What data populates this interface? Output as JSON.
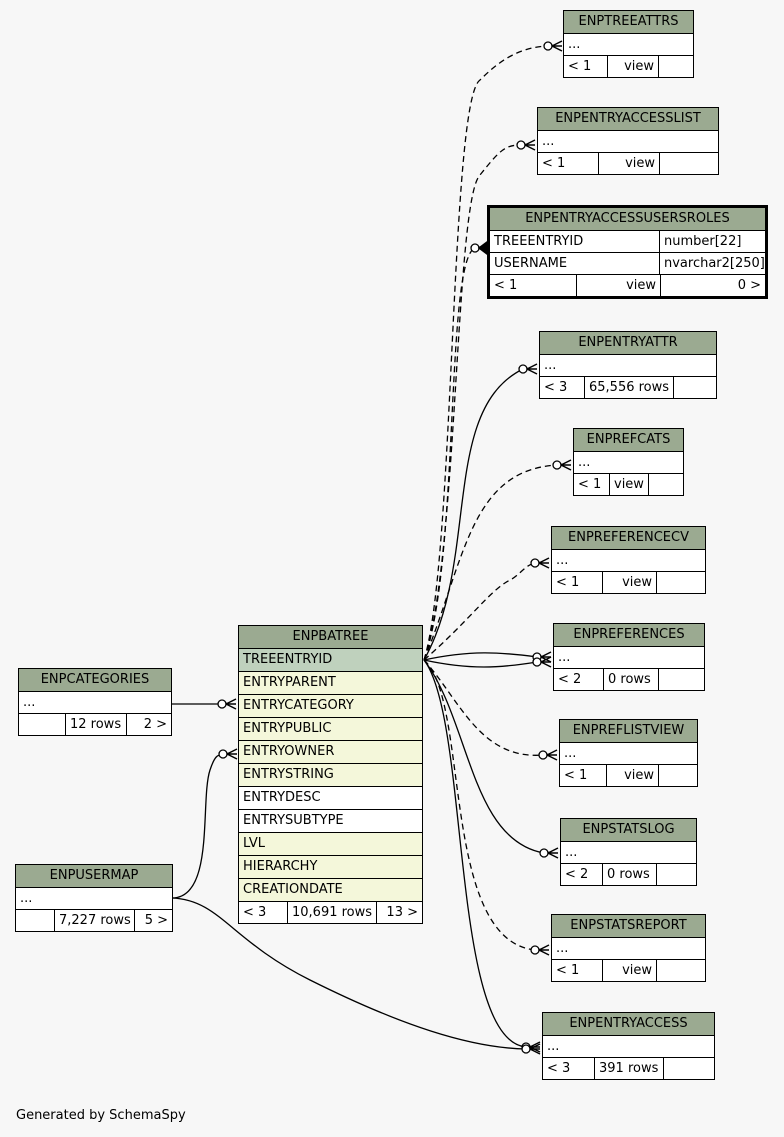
{
  "credit": "Generated by SchemaSpy",
  "tables": {
    "enptreeattrs": {
      "name": "ENPTREEATTRS",
      "cols": [
        "..."
      ],
      "foot": [
        "< 1",
        "view",
        ""
      ]
    },
    "enpentryaccesslist": {
      "name": "ENPENTRYACCESSLIST",
      "cols": [
        "..."
      ],
      "foot": [
        "< 1",
        "view",
        ""
      ]
    },
    "enpentryaccessusersroles": {
      "name": "ENPENTRYACCESSUSERSROLES",
      "cols": [
        {
          "name": "TREEENTRYID",
          "type": "number[22]"
        },
        {
          "name": "USERNAME",
          "type": "nvarchar2[250]"
        }
      ],
      "foot": [
        "< 1",
        "view",
        "0 >"
      ]
    },
    "enpentryattr": {
      "name": "ENPENTRYATTR",
      "cols": [
        "..."
      ],
      "foot": [
        "< 3",
        "65,556 rows",
        ""
      ]
    },
    "enprefcats": {
      "name": "ENPREFCATS",
      "cols": [
        "..."
      ],
      "foot": [
        "< 1",
        "view",
        ""
      ]
    },
    "enpreferencecv": {
      "name": "ENPREFERENCECV",
      "cols": [
        "..."
      ],
      "foot": [
        "< 1",
        "view",
        ""
      ]
    },
    "enpreferences": {
      "name": "ENPREFERENCES",
      "cols": [
        "..."
      ],
      "foot": [
        "< 2",
        "0 rows",
        ""
      ]
    },
    "enpreflistview": {
      "name": "ENPREFLISTVIEW",
      "cols": [
        "..."
      ],
      "foot": [
        "< 1",
        "view",
        ""
      ]
    },
    "enpstatslog": {
      "name": "ENPSTATSLOG",
      "cols": [
        "..."
      ],
      "foot": [
        "< 2",
        "0 rows",
        ""
      ]
    },
    "enpstatsreport": {
      "name": "ENPSTATSREPORT",
      "cols": [
        "..."
      ],
      "foot": [
        "< 1",
        "view",
        ""
      ]
    },
    "enpentryaccess": {
      "name": "ENPENTRYACCESS",
      "cols": [
        "..."
      ],
      "foot": [
        "< 3",
        "391 rows",
        ""
      ]
    },
    "enpbatree": {
      "name": "ENPBATREE",
      "cols": [
        "TREEENTRYID",
        "ENTRYPARENT",
        "ENTRYCATEGORY",
        "ENTRYPUBLIC",
        "ENTRYOWNER",
        "ENTRYSTRING",
        "ENTRYDESC",
        "ENTRYSUBTYPE",
        "LVL",
        "HIERARCHY",
        "CREATIONDATE"
      ],
      "foot": [
        "< 3",
        "10,691 rows",
        "13 >"
      ]
    },
    "enpcategories": {
      "name": "ENPCATEGORIES",
      "cols": [
        "..."
      ],
      "foot": [
        "",
        "12 rows",
        "2 >"
      ]
    },
    "enpusermap": {
      "name": "ENPUSERMAP",
      "cols": [
        "..."
      ],
      "foot": [
        "",
        "7,227 rows",
        "5 >"
      ]
    }
  }
}
